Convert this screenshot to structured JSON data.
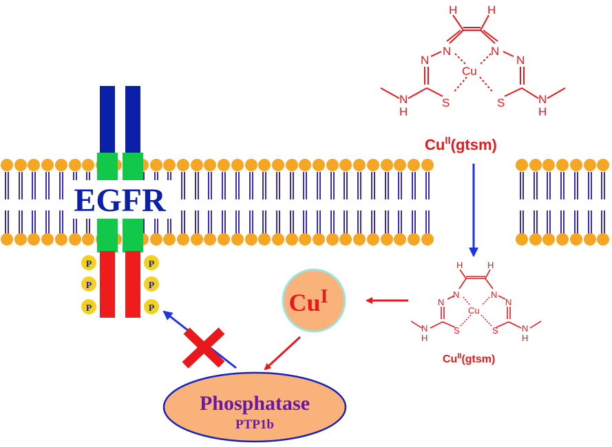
{
  "receptor": {
    "label": "EGFR"
  },
  "phospho": {
    "label": "P"
  },
  "copper_complex_top": {
    "atoms": {
      "H": "H",
      "N": "N",
      "Cu": "Cu",
      "S": "S"
    },
    "label_main": "Cu",
    "label_sup": "II",
    "label_rest": "(gtsm)"
  },
  "copper_complex_bottom": {
    "atoms": {
      "H": "H",
      "N": "N",
      "Cu": "Cu",
      "S": "S"
    },
    "label_main": "Cu",
    "label_sup": "II",
    "label_rest": "(gtsm)"
  },
  "copper_one": {
    "main": "Cu",
    "sup": "I"
  },
  "phosphatase": {
    "name": "Phosphatase",
    "subname": "PTP1b"
  },
  "colors": {
    "lipid_head": "#f5a623",
    "lipid_tail": "#3a2bb5",
    "receptor_top": "#0b20a8",
    "receptor_tm": "#12c84a",
    "receptor_bottom": "#ee1c1c",
    "phospho_fill": "#f4d020",
    "phospho_text": "#1a22b0",
    "complex_red": "#e8181c",
    "arrow_blue": "#1d35e0",
    "cu1_fill": "#f9b27a",
    "cu1_stroke": "#9ee4dc",
    "phosphatase_fill": "#f9b27a",
    "phosphatase_stroke": "#1622b8",
    "phosphatase_text": "#6a1aa2",
    "inhibit_red": "#e8181c"
  }
}
